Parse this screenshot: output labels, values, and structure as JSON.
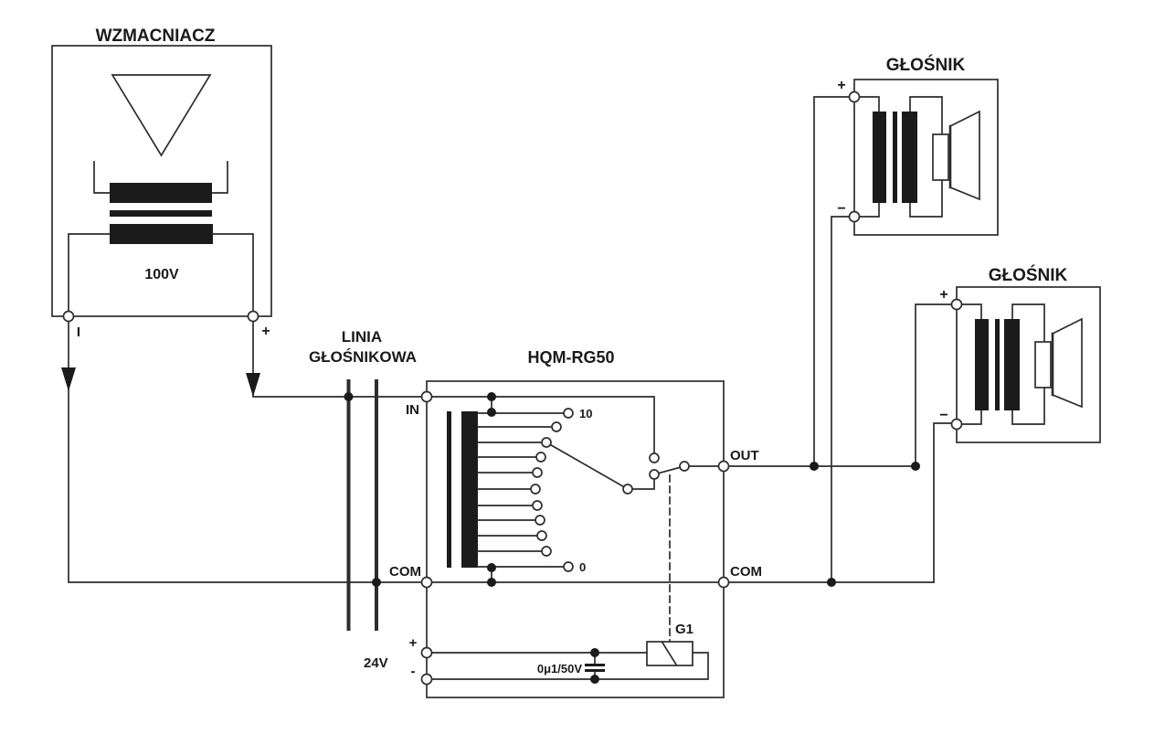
{
  "amplifier": {
    "title": "WZMACNIACZ",
    "voltage": "100V",
    "terminal_left": "I",
    "terminal_right": "+"
  },
  "speaker_line": {
    "label_line1": "LINIA",
    "label_line2": "GŁOŚNIKOWA"
  },
  "volume_regulator": {
    "title": "HQM-RG50",
    "port_in": "IN",
    "port_com_left": "COM",
    "port_out": "OUT",
    "port_com_right": "COM",
    "tap_top": "10",
    "tap_bottom": "0",
    "supply_label": "24V",
    "supply_plus": "+",
    "supply_minus": "-",
    "capacitor_value": "0μ1/50V",
    "relay_label": "G1"
  },
  "speakers": [
    {
      "title": "GŁOŚNIK",
      "terminal_plus": "+",
      "terminal_minus": "−"
    },
    {
      "title": "GŁOŚNIK",
      "terminal_plus": "+",
      "terminal_minus": "−"
    }
  ],
  "colors": {
    "background": "#ffffff",
    "line": "#2d2d2d",
    "fill": "#1b1b1b"
  }
}
